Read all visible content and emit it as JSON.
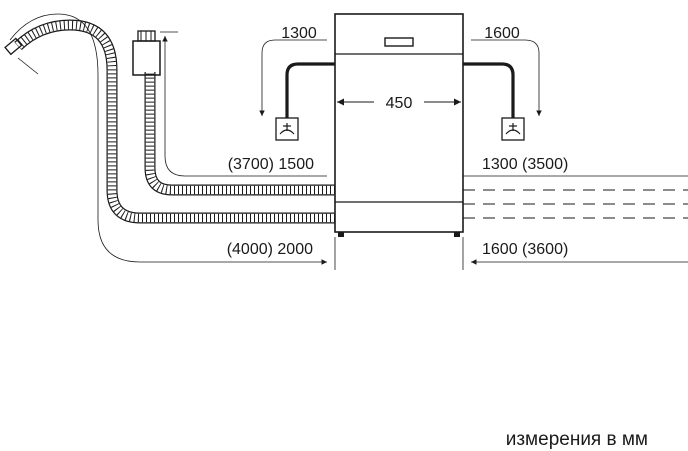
{
  "diagram": {
    "dimensions": {
      "inlet_left": "1300",
      "inlet_right": "1600",
      "width": "450",
      "hose_left_upper": "(3700) 1500",
      "hose_right_upper": "1300 (3500)",
      "hose_left_lower": "(4000) 2000",
      "hose_right_lower": "1600 (3600)"
    },
    "unit_note": "измерения в мм"
  },
  "colors": {
    "line": "#1a1a1a",
    "background": "#ffffff"
  }
}
